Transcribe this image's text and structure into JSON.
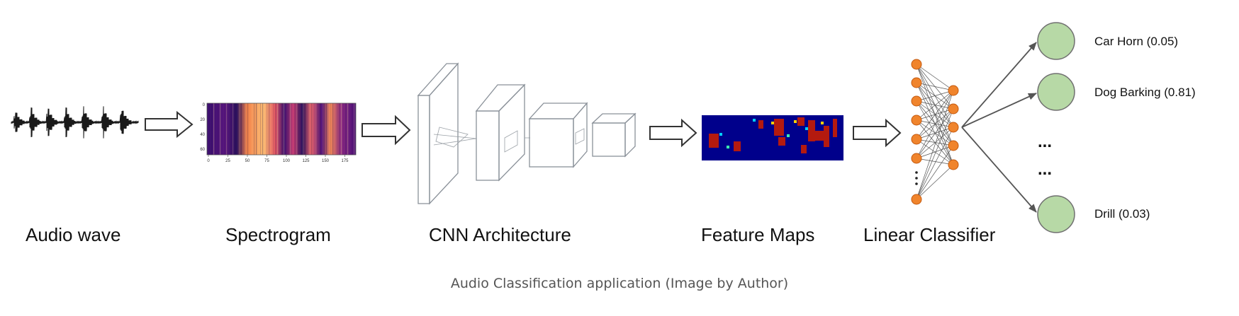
{
  "stages": {
    "audio_wave": "Audio wave",
    "spectrogram": "Spectrogram",
    "cnn": "CNN Architecture",
    "feature_maps": "Feature Maps",
    "linear_classifier": "Linear Classifier"
  },
  "classes": [
    {
      "label": "Car Horn (0.05)"
    },
    {
      "label": "Dog Barking (0.81)"
    },
    {
      "label": "Drill  (0.03)"
    }
  ],
  "ellipsis": [
    "...",
    "..."
  ],
  "spectrogram_ticks": {
    "x": [
      "0",
      "25",
      "50",
      "75",
      "100",
      "125",
      "150",
      "175"
    ],
    "y": [
      "0",
      "20",
      "40",
      "60"
    ]
  },
  "caption": "Audio Classification application (Image by Author)",
  "colors": {
    "neuron": "#f0842c",
    "output_node": "#b7d9a6",
    "feature_bg": "#00008b",
    "feature_hot": "#b41a0f"
  }
}
